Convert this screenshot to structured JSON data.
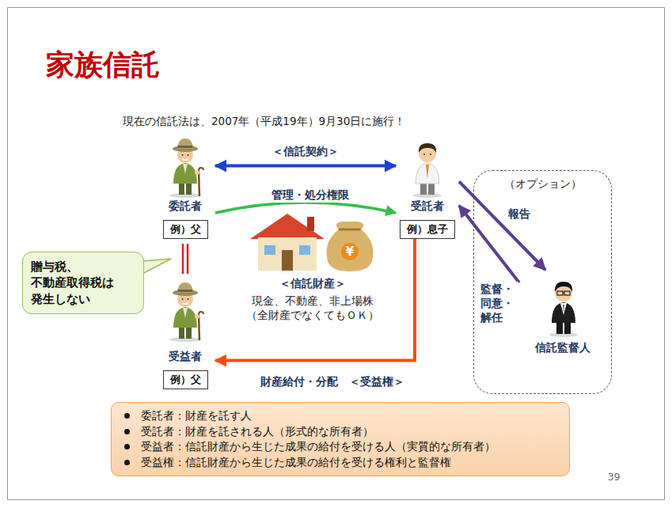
{
  "diagram": {
    "title": "家族信託",
    "nodes": [
      {
        "text": [
          "委託者"
        ]
      },
      {
        "text": [
          "例）父"
        ],
        "in": 0
      },
      {
        "text": [
          "受託者"
        ]
      },
      {
        "text": [
          "例）息子"
        ],
        "in": 2
      },
      {
        "text": [
          "受益者"
        ]
      },
      {
        "text": [
          "例）父"
        ],
        "in": 4
      },
      {
        "text": [
          "（オプション）"
        ]
      },
      {
        "text": [
          "信託監督人"
        ],
        "in": 6
      },
      {
        "text": [
          "贈与税、 不動産取得税は 発生しない"
        ]
      },
      {
        "text": [
          "委託者：財産を託す人",
          "受託者：財産を託される人（形式的な所有者）",
          "受益者：信託財産から生じた成果の給付を受ける人（実質的な所有者）",
          "受益権：信託財産から生じた成果の給付を受ける権利と監督権"
        ]
      }
    ],
    "edges": [
      {
        "from": 0,
        "to": 2,
        "label": "＜信託契約＞",
        "arrow": "both"
      },
      {
        "from": 0,
        "to": 2,
        "label": "管理・処分権限",
        "arrow": "to"
      },
      {
        "from": 2,
        "to": 4,
        "label": "財産給付・分配　＜受益権＞",
        "arrow": "to"
      },
      {
        "from": 2,
        "to": 7,
        "label": "報告",
        "arrow": "to"
      },
      {
        "from": 7,
        "to": 2,
        "label": "監督・ 同意・ 解任",
        "arrow": "to"
      },
      {
        "from": 0,
        "to": 4,
        "arrow": "none"
      }
    ],
    "labels": [
      "現在の信託法は、2007年（平成19年）9月30日に施行！",
      "＜信託財産＞",
      "現金、不動産、非上場株 （全財産でなくてもＯＫ）",
      "¥",
      "39"
    ]
  }
}
